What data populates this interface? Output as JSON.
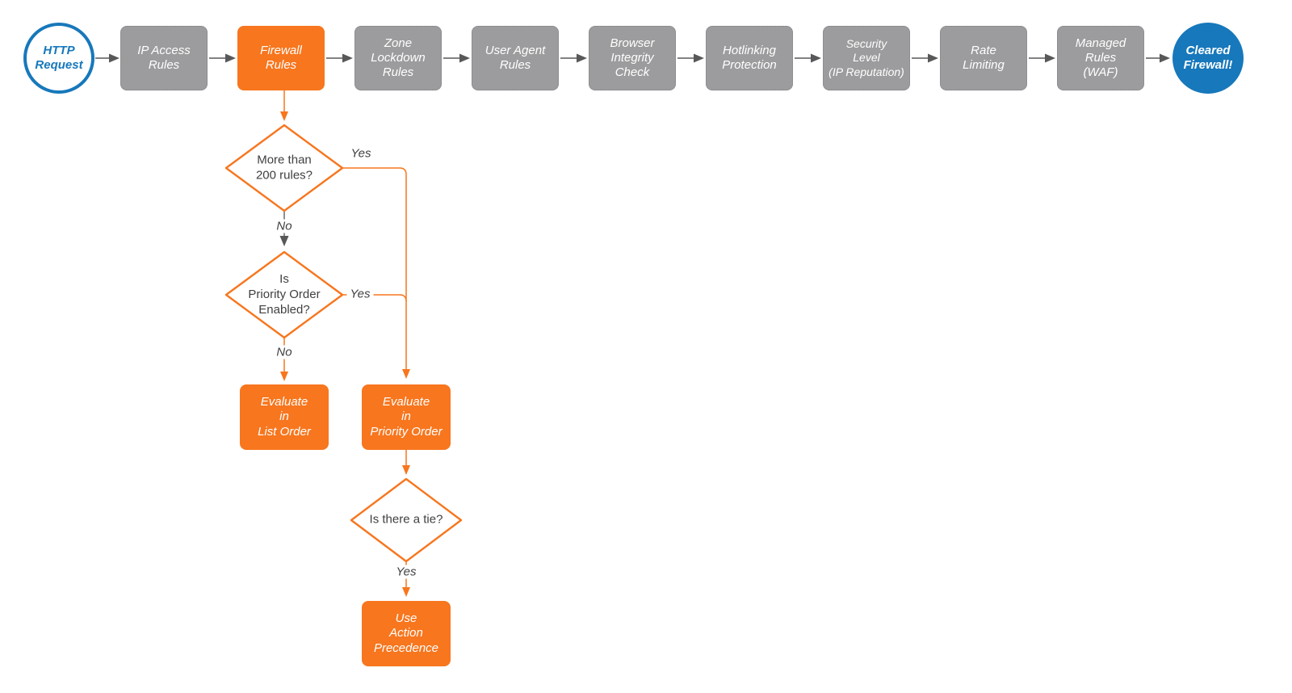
{
  "colors": {
    "orange": "#f7761e",
    "gray_box": "#9c9c9e",
    "blue": "#1778bb",
    "connector_gray": "#58585a",
    "text_dark": "#404040",
    "box_text": "#ffffff"
  },
  "pipeline": {
    "start": {
      "label": "HTTP\nRequest"
    },
    "stages": [
      {
        "label": "IP Access\nRules",
        "type": "gray"
      },
      {
        "label": "Firewall\nRules",
        "type": "orange"
      },
      {
        "label": "Zone\nLockdown\nRules",
        "type": "gray"
      },
      {
        "label": "User Agent\nRules",
        "type": "gray"
      },
      {
        "label": "Browser\nIntegrity\nCheck",
        "type": "gray"
      },
      {
        "label": "Hotlinking\nProtection",
        "type": "gray"
      },
      {
        "label": "Security\nLevel\n(IP Reputation)",
        "type": "gray"
      },
      {
        "label": "Rate\nLimiting",
        "type": "gray"
      },
      {
        "label": "Managed\nRules\n(WAF)",
        "type": "gray"
      }
    ],
    "end": {
      "label": "Cleared\nFirewall!"
    }
  },
  "decisions": {
    "rules_count": {
      "question": "More than\n200 rules?",
      "yes_label": "Yes",
      "no_label": "No"
    },
    "priority_enabled": {
      "question": "Is\nPriority Order\nEnabled?",
      "yes_label": "Yes",
      "no_label": "No"
    },
    "tie": {
      "question": "Is there a tie?",
      "yes_label": "Yes"
    }
  },
  "actions": {
    "list_order": {
      "label": "Evaluate\nin\nList Order"
    },
    "priority_order": {
      "label": "Evaluate\nin\nPriority Order"
    },
    "action_precedence": {
      "label": "Use\nAction\nPrecedence"
    }
  }
}
